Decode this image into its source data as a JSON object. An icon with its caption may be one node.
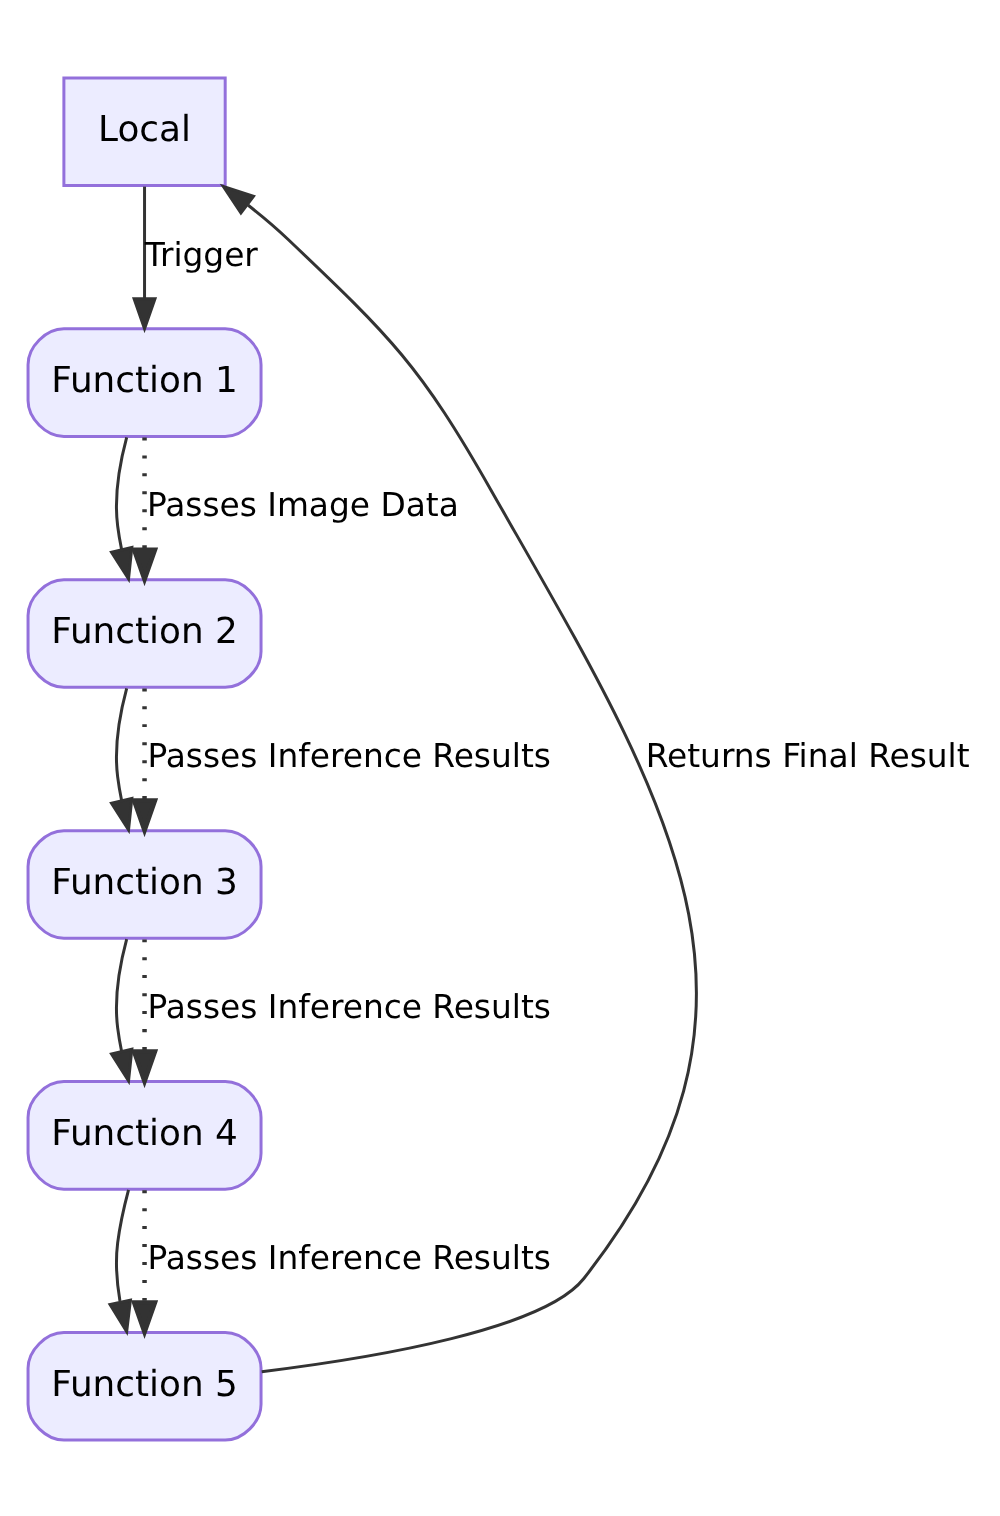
{
  "diagram": {
    "nodes": [
      {
        "text": [
          "Local"
        ]
      },
      {
        "text": [
          "Function 1"
        ]
      },
      {
        "text": [
          "Function 2"
        ]
      },
      {
        "text": [
          "Function 3"
        ]
      },
      {
        "text": [
          "Function 4"
        ]
      },
      {
        "text": [
          "Function 5"
        ]
      }
    ],
    "edges": [
      {
        "from": 0,
        "to": 1,
        "arrow": "to",
        "label": "Trigger"
      },
      {
        "from": 1,
        "to": 2,
        "arrow": "to"
      },
      {
        "from": 1,
        "to": 2,
        "arrow": "to",
        "style": "dashed",
        "label": "Passes Image Data"
      },
      {
        "from": 2,
        "to": 3,
        "arrow": "to"
      },
      {
        "from": 2,
        "to": 3,
        "arrow": "to",
        "style": "dashed",
        "label": "Passes Inference Results"
      },
      {
        "from": 3,
        "to": 4,
        "arrow": "to"
      },
      {
        "from": 3,
        "to": 4,
        "arrow": "to",
        "style": "dashed",
        "label": "Passes Inference Results"
      },
      {
        "from": 4,
        "to": 5,
        "arrow": "to"
      },
      {
        "from": 4,
        "to": 5,
        "arrow": "to",
        "style": "dashed",
        "label": "Passes Inference Results"
      },
      {
        "from": 5,
        "to": 0,
        "arrow": "to",
        "label": "Returns Final Result"
      }
    ]
  }
}
